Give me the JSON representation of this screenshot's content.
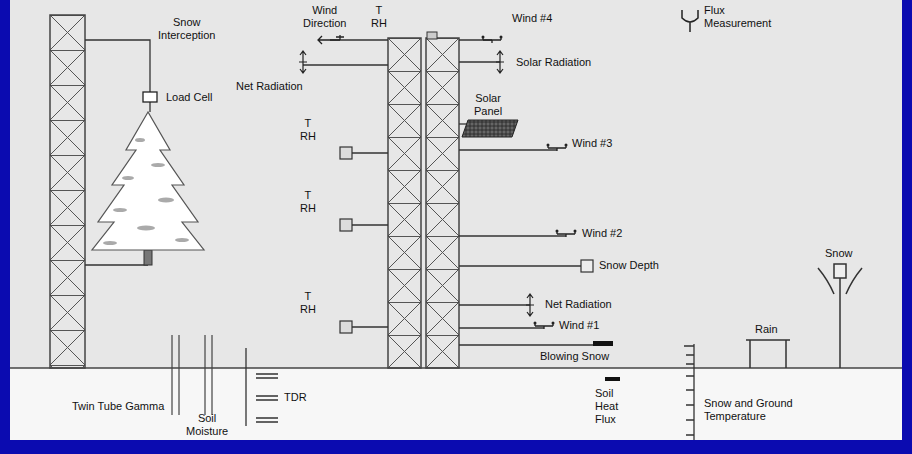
{
  "diagram": {
    "labels": [
      "Snow Interception",
      "Wind Direction",
      "T RH",
      "Wind #4",
      "Flux Measurement",
      "Net Radiation",
      "Solar Radiation",
      "Load Cell",
      "T RH",
      "Solar Panel",
      "Wind #3",
      "T RH",
      "Wind #2",
      "Snow Depth",
      "Snow",
      "T RH",
      "Net Radiation",
      "Wind #1",
      "Rain",
      "Blowing Snow",
      "TDR",
      "Soil Heat Flux",
      "Twin Tube Gamma",
      "Snow and Ground Temperature",
      "Soil Moisture"
    ]
  }
}
